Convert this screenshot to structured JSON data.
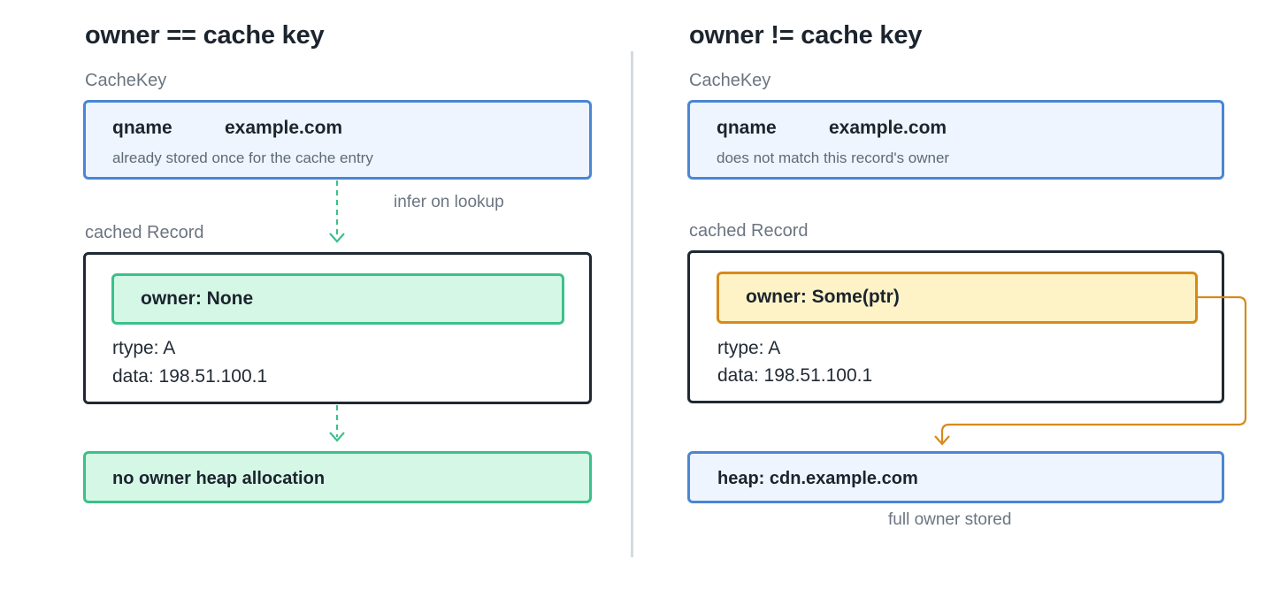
{
  "left": {
    "heading": "owner == cache key",
    "cachekey_label": "CacheKey",
    "cachekey": {
      "field": "qname",
      "value": "example.com",
      "note": "already stored once for the cache entry"
    },
    "arrow_label": "infer on lookup",
    "record_label": "cached Record",
    "record": {
      "owner": "owner: None",
      "rtype": "rtype: A",
      "data": "data: 198.51.100.1"
    },
    "result": "no owner heap allocation"
  },
  "right": {
    "heading": "owner != cache key",
    "cachekey_label": "CacheKey",
    "cachekey": {
      "field": "qname",
      "value": "example.com",
      "note": "does not match this record's owner"
    },
    "record_label": "cached Record",
    "record": {
      "owner": "owner: Some(ptr)",
      "rtype": "rtype: A",
      "data": "data: 198.51.100.1"
    },
    "result": "heap: cdn.example.com",
    "result_caption": "full owner stored"
  },
  "colors": {
    "blue_border": "#4a86d4",
    "blue_fill": "#eef5fe",
    "green_border": "#3cc08a",
    "green_fill": "#d5f8e6",
    "orange_border": "#d68a1a",
    "yellow_fill": "#fdf3c7",
    "dark_border": "#1f2933"
  }
}
